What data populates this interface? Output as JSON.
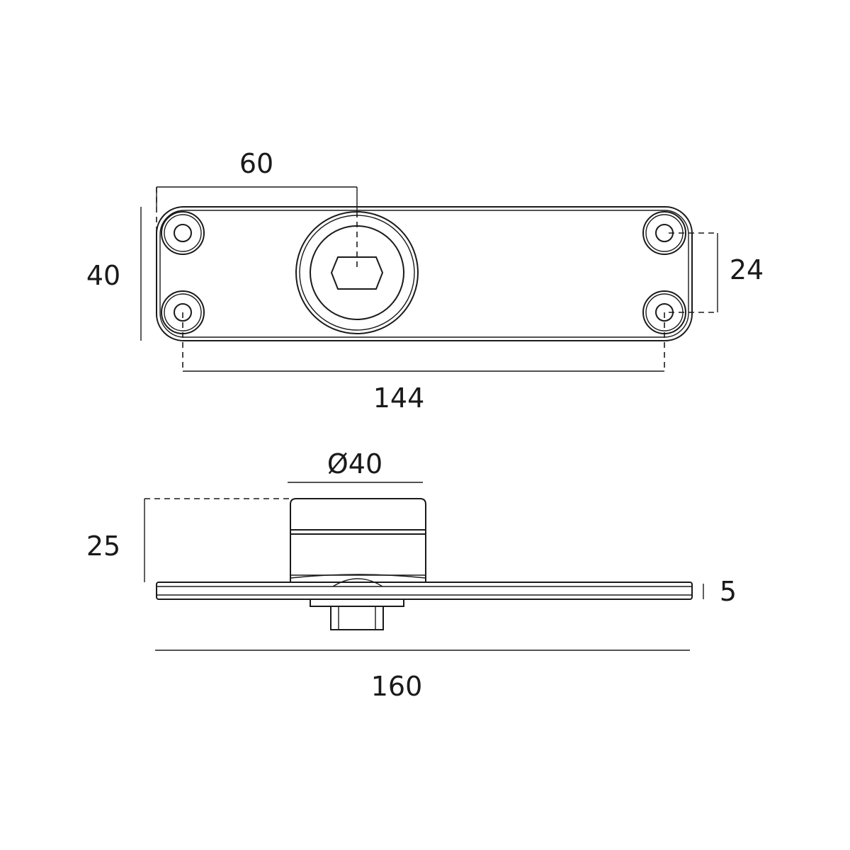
{
  "top_view": {
    "dim_hole_offset": "60",
    "dim_height": "40",
    "dim_hole_spacing_vertical": "24",
    "dim_hole_spacing_horizontal": "144"
  },
  "side_view": {
    "dim_diameter": "Ø40",
    "dim_total_height": "25",
    "dim_plate_thickness": "5",
    "dim_total_length": "160"
  }
}
